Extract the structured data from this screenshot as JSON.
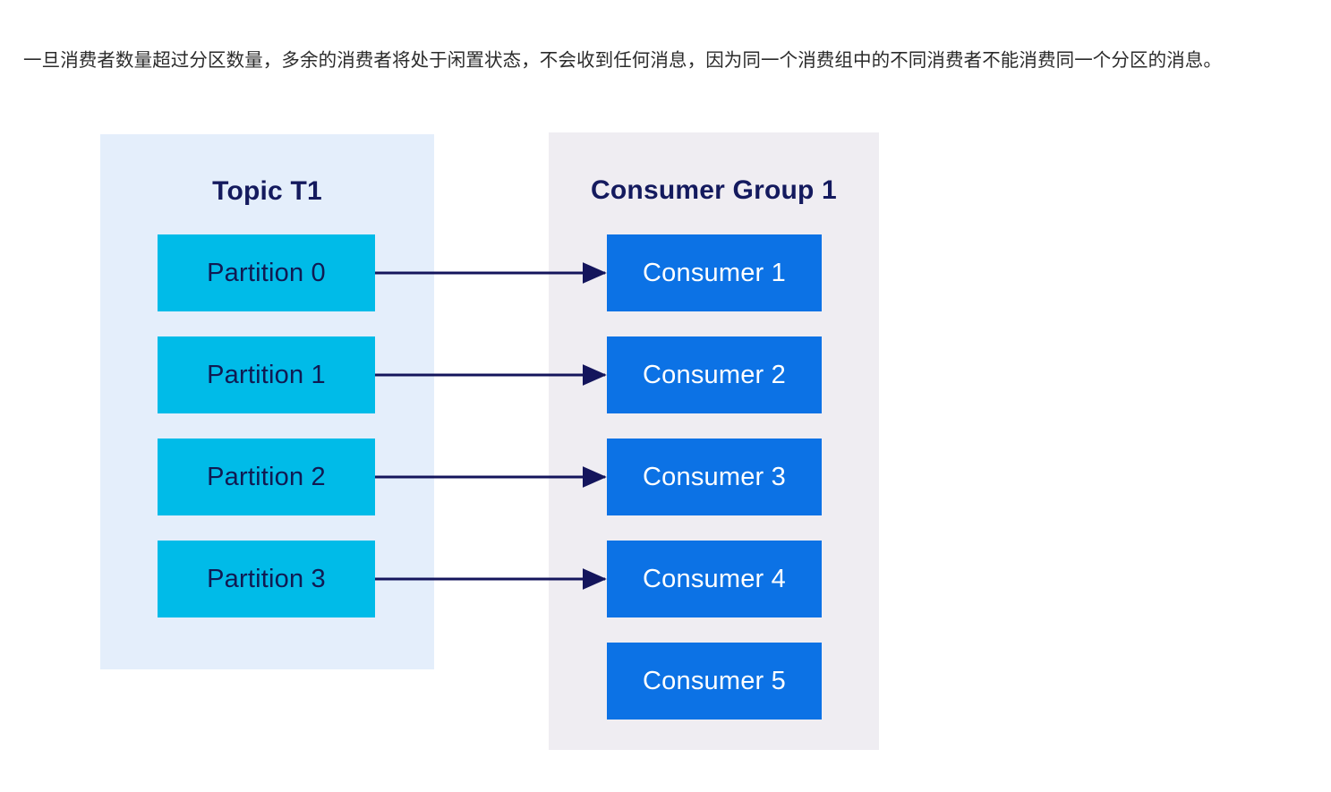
{
  "paragraph": {
    "text": "一旦消费者数量超过分区数量，多余的消费者将处于闲置状态，不会收到任何消息，因为同一个消费组中的不同消费者不能消费同一个分区的消息。"
  },
  "colors": {
    "topic_panel_bg": "#e4eefb",
    "consumer_panel_bg": "#efedf2",
    "partition_fill": "#00bbe8",
    "consumer_fill": "#0c72e5",
    "title_text": "#141a5e",
    "arrow": "#14155c",
    "partition_text": "#101a52",
    "consumer_text": "#ffffff",
    "page_text": "#2b2b2b"
  },
  "diagram": {
    "type": "kafka-consumer-group-assignment",
    "topic_panel": {
      "title": "Topic T1",
      "partitions": [
        {
          "label": "Partition 0"
        },
        {
          "label": "Partition 1"
        },
        {
          "label": "Partition 2"
        },
        {
          "label": "Partition 3"
        }
      ]
    },
    "consumer_panel": {
      "title": "Consumer Group 1",
      "consumers": [
        {
          "label": "Consumer 1",
          "assigned": true
        },
        {
          "label": "Consumer 2",
          "assigned": true
        },
        {
          "label": "Consumer 3",
          "assigned": true
        },
        {
          "label": "Consumer 4",
          "assigned": true
        },
        {
          "label": "Consumer 5",
          "assigned": false
        }
      ]
    },
    "connections": [
      {
        "from": "Partition 0",
        "to": "Consumer 1"
      },
      {
        "from": "Partition 1",
        "to": "Consumer 2"
      },
      {
        "from": "Partition 2",
        "to": "Consumer 3"
      },
      {
        "from": "Partition 3",
        "to": "Consumer 4"
      }
    ]
  }
}
